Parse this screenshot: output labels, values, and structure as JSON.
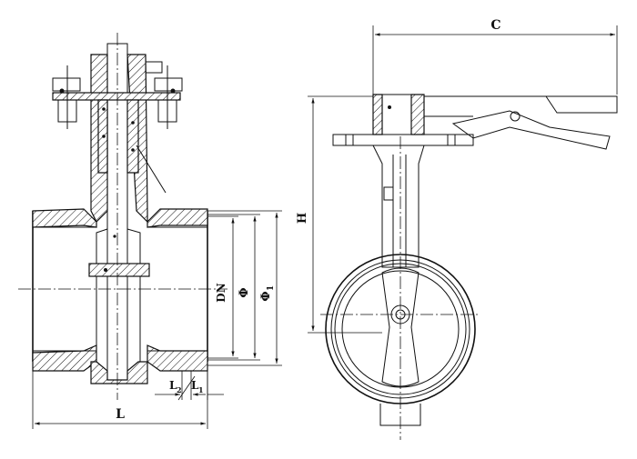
{
  "labels": {
    "c": "C",
    "h": "H",
    "dn": "DN",
    "phi": "Φ",
    "phi1_main": "Φ",
    "phi1_sub": "1",
    "l": "L",
    "l1_main": "L",
    "l1_sub": "1",
    "l2_main": "L",
    "l2_sub": "2"
  }
}
